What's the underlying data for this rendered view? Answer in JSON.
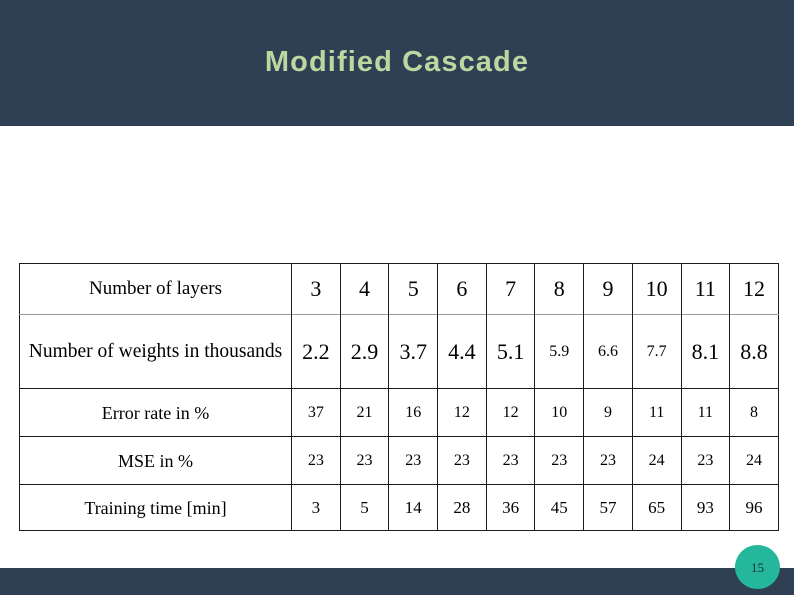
{
  "slide": {
    "title": "Modified Cascade",
    "page_number": "15",
    "colors": {
      "banner": "#2f4055",
      "title_text": "#bcd79f",
      "badge": "#24b79b",
      "badge_text": "#17313f",
      "table_border": "#1a1a1a",
      "table_rule_light": "#9a9a9a",
      "background": "#ffffff"
    }
  },
  "table": {
    "rows": [
      {
        "label": "Number of layers",
        "values": [
          "3",
          "4",
          "5",
          "6",
          "7",
          "8",
          "9",
          "10",
          "11",
          "12"
        ],
        "small_value_indices": []
      },
      {
        "label": "Number of weights in thousands",
        "values": [
          "2.2",
          "2.9",
          "3.7",
          "4.4",
          "5.1",
          "5.9",
          "6.6",
          "7.7",
          "8.1",
          "8.8"
        ],
        "small_value_indices": [
          5,
          6,
          7
        ]
      },
      {
        "label": "Error rate in %",
        "values": [
          "37",
          "21",
          "16",
          "12",
          "12",
          "10",
          "9",
          "11",
          "11",
          "8"
        ],
        "small_value_indices": []
      },
      {
        "label": "MSE in %",
        "values": [
          "23",
          "23",
          "23",
          "23",
          "23",
          "23",
          "23",
          "24",
          "23",
          "24"
        ],
        "small_value_indices": []
      },
      {
        "label": "Training time [min]",
        "values": [
          "3",
          "5",
          "14",
          "28",
          "36",
          "45",
          "57",
          "65",
          "93",
          "96"
        ],
        "small_value_indices": []
      }
    ]
  },
  "chart_data": {
    "type": "table",
    "title": "Modified Cascade",
    "categories": [
      "3",
      "4",
      "5",
      "6",
      "7",
      "8",
      "9",
      "10",
      "11",
      "12"
    ],
    "xlabel": "Number of layers",
    "series": [
      {
        "name": "Number of weights in thousands",
        "values": [
          2.2,
          2.9,
          3.7,
          4.4,
          5.1,
          5.9,
          6.6,
          7.7,
          8.1,
          8.8
        ]
      },
      {
        "name": "Error rate in %",
        "values": [
          37,
          21,
          16,
          12,
          12,
          10,
          9,
          11,
          11,
          8
        ]
      },
      {
        "name": "MSE in %",
        "values": [
          23,
          23,
          23,
          23,
          23,
          23,
          23,
          24,
          23,
          24
        ]
      },
      {
        "name": "Training time [min]",
        "values": [
          3,
          5,
          14,
          28,
          36,
          45,
          57,
          65,
          93,
          96
        ]
      }
    ],
    "grid": true,
    "legend": "none"
  }
}
